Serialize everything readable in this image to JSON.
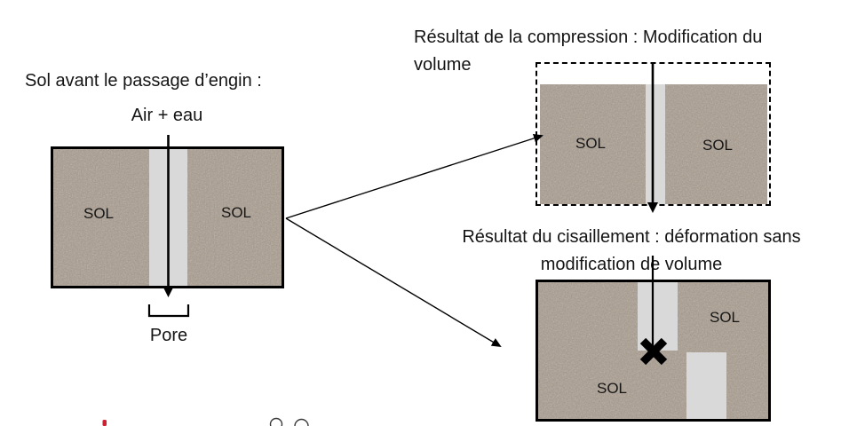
{
  "colors": {
    "soil_base": "#a89a8b",
    "pore_gray": "#d9d9d9",
    "line": "#000000",
    "fragment_red": "#cc2233"
  },
  "left_panel": {
    "title": "Sol avant le passage d’engin :",
    "air_label": "Air + eau",
    "sol_left": "SOL",
    "sol_right": "SOL",
    "pore_label": "Pore"
  },
  "compression_panel": {
    "title_lines": [
      "Résultat de la compression : Modification du",
      "volume"
    ],
    "sol_left": "SOL",
    "sol_right": "SOL"
  },
  "shear_panel": {
    "title_lines": [
      "Résultat du cisaillement : déformation sans",
      "modification de volume"
    ],
    "sol_top": "SOL",
    "sol_bottom": "SOL"
  }
}
